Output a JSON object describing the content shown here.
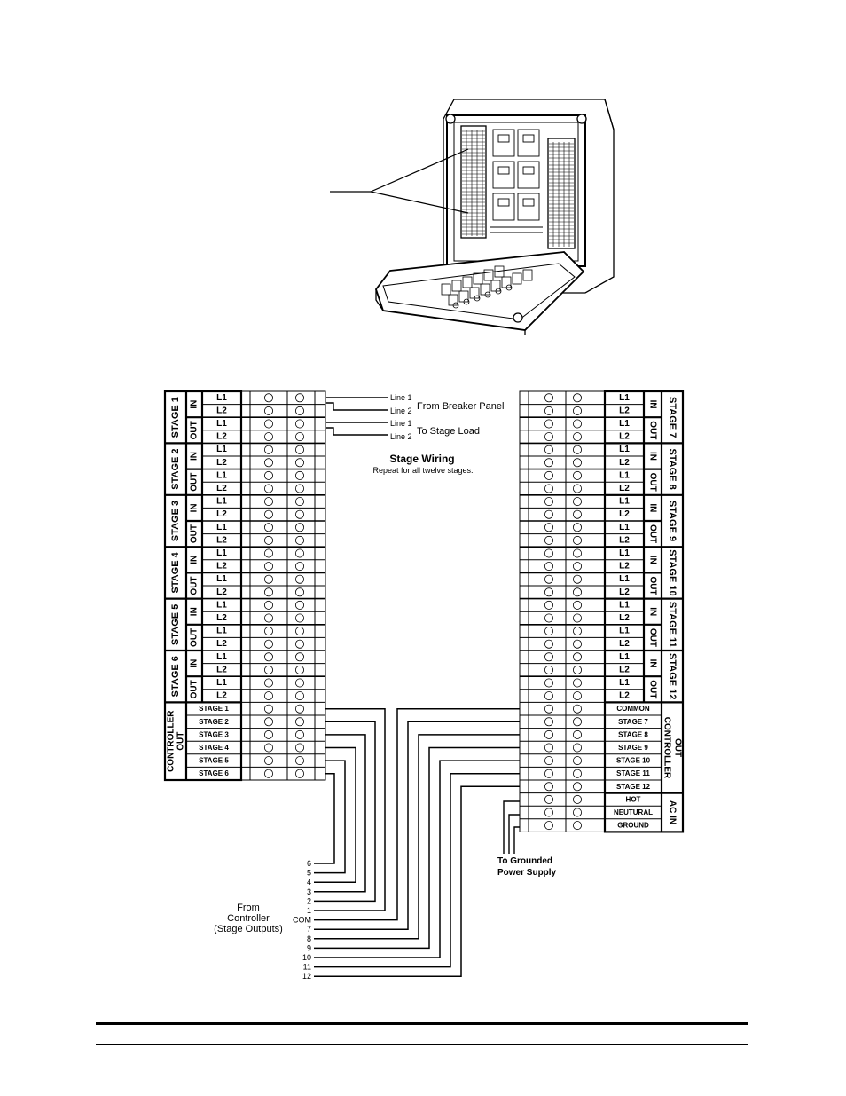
{
  "enclosure_illustration": {
    "icon": "relay-enclosure-icon"
  },
  "left_panel": {
    "stages": [
      {
        "label": "STAGE 1"
      },
      {
        "label": "STAGE 2"
      },
      {
        "label": "STAGE 3"
      },
      {
        "label": "STAGE 4"
      },
      {
        "label": "STAGE 5"
      },
      {
        "label": "STAGE 6"
      }
    ],
    "controller_out_lines": [
      "CONTROLLER",
      "OUT"
    ],
    "controller_terminals": [
      "STAGE 1",
      "STAGE 2",
      "STAGE 3",
      "STAGE 4",
      "STAGE 5",
      "STAGE 6"
    ]
  },
  "right_panel": {
    "stages": [
      {
        "label": "STAGE 7"
      },
      {
        "label": "STAGE 8"
      },
      {
        "label": "STAGE 9"
      },
      {
        "label": "STAGE 10"
      },
      {
        "label": "STAGE 11"
      },
      {
        "label": "STAGE 12"
      }
    ],
    "controller_out_lines": [
      "CONTROLLER",
      "OUT"
    ],
    "controller_terminals": [
      "COMMON",
      "STAGE 7",
      "STAGE 8",
      "STAGE 9",
      "STAGE 10",
      "STAGE 11",
      "STAGE 12"
    ],
    "ac_in_label": "AC IN",
    "ac_terminals": [
      "HOT",
      "NEUTURAL",
      "GROUND"
    ]
  },
  "group_labels": {
    "in": "IN",
    "out": "OUT"
  },
  "line_labels": {
    "l1": "L1",
    "l2": "L2"
  },
  "stage_wiring": {
    "line_labels": [
      "Line 1",
      "Line 2",
      "Line 1",
      "Line 2"
    ],
    "from_breaker": "From Breaker Panel",
    "to_load": "To Stage Load",
    "title": "Stage Wiring",
    "note": "Repeat for all twelve stages."
  },
  "controller_side": {
    "terminals": [
      "6",
      "5",
      "4",
      "3",
      "2",
      "1",
      "COM",
      "7",
      "8",
      "9",
      "10",
      "11",
      "12"
    ],
    "caption_lines": [
      "From",
      "Controller",
      "(Stage Outputs)"
    ]
  },
  "power_supply": {
    "caption_lines": [
      "To Grounded",
      "Power Supply"
    ]
  }
}
